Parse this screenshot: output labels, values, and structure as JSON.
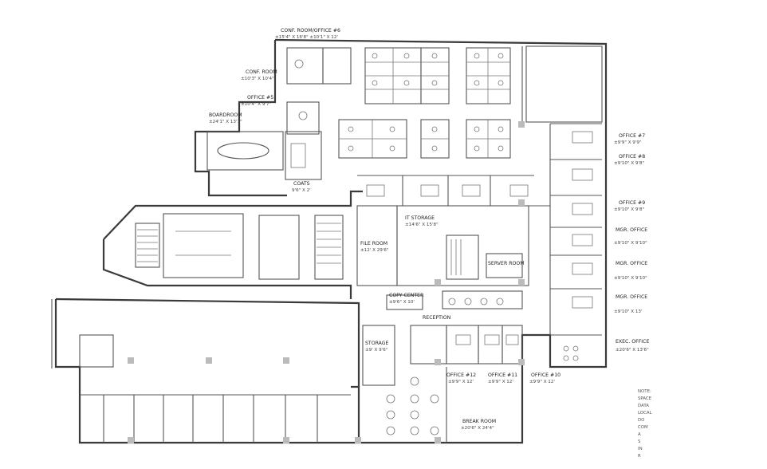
{
  "rooms": {
    "conf_office_top": "CONF. ROOM/OFFICE #6",
    "conf_office_top_dim": "±15'4\" X 16'8\" ±10'1\" X 12'",
    "conf_room_small": "CONF. ROOM",
    "conf_room_small_dim": "±10'3\" X 10'4\"",
    "office_5": "OFFICE #5",
    "office_5_dim": "±10'4\" X 9'7\"",
    "boardroom": "BOARDROOM",
    "boardroom_dim": "±24'1\" X 13'1\"",
    "coats": "COATS",
    "coats_dim": "9'6\" X 2'",
    "office_7": "OFFICE #7",
    "office_7_dim": "±9'9\" X 9'9\"",
    "office_8": "OFFICE #8",
    "office_8_dim": "±9'10\" X 9'8\"",
    "office_9": "OFFICE #9",
    "office_9_dim": "±9'10\" X 9'8\"",
    "mgr_office_a": "MGR. OFFICE",
    "mgr_office_a_dim": "±9'10\" X 9'10\"",
    "mgr_office_b": "MGR. OFFICE",
    "mgr_office_b_dim": "±9'10\" X 9'10\"",
    "mgr_office_c": "MGR. OFFICE",
    "mgr_office_c_dim": "±9'10\" X 13'",
    "exec_office": "EXEC. OFFICE",
    "exec_office_dim": "±20'6\" X 13'6\"",
    "it_storage": "IT STORAGE",
    "it_storage_dim": "±14'6\" X 15'8\"",
    "file_room": "FILE ROOM",
    "file_room_dim": "±12' X 29'6\"",
    "server_room": "SERVER ROOM",
    "copy_center": "COPY CENTER",
    "copy_center_dim": "±9'6\" X 10'",
    "reception": "RECEPTION",
    "storage": "STORAGE",
    "storage_dim": "±9' X 9'6\"",
    "office_10": "OFFICE #10",
    "office_10_dim": "±9'9\" X 12'",
    "office_11": "OFFICE #11",
    "office_11_dim": "±9'9\" X 12'",
    "office_12": "OFFICE #12",
    "office_12_dim": "±9'9\" X 12'",
    "break_room": "BREAK ROOM",
    "break_room_dim": "±20'6\" X 24'4\""
  },
  "legend": [
    "NOTE:",
    "SPACE",
    "DATA",
    "LOCAL",
    "DO",
    "COM",
    "A",
    "S",
    "IN",
    "R"
  ]
}
